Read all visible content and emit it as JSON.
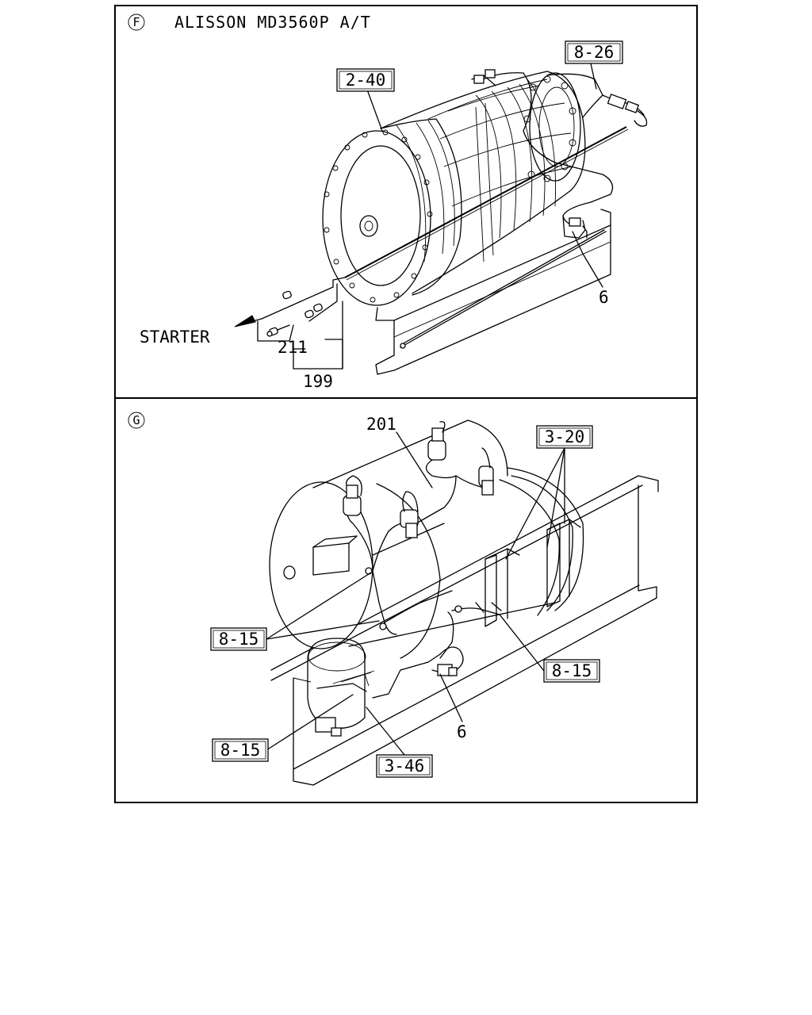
{
  "panel_f": {
    "marker": "F",
    "title": "ALISSON MD3560P A/T",
    "starter_label": "STARTER",
    "refs": [
      "2-40",
      "8-26"
    ],
    "callouts": [
      "6",
      "211",
      "199"
    ]
  },
  "panel_g": {
    "marker": "G",
    "refs": [
      "3-20",
      "8-15",
      "8-15",
      "8-15",
      "3-46"
    ],
    "callouts": [
      "201",
      "6"
    ]
  }
}
